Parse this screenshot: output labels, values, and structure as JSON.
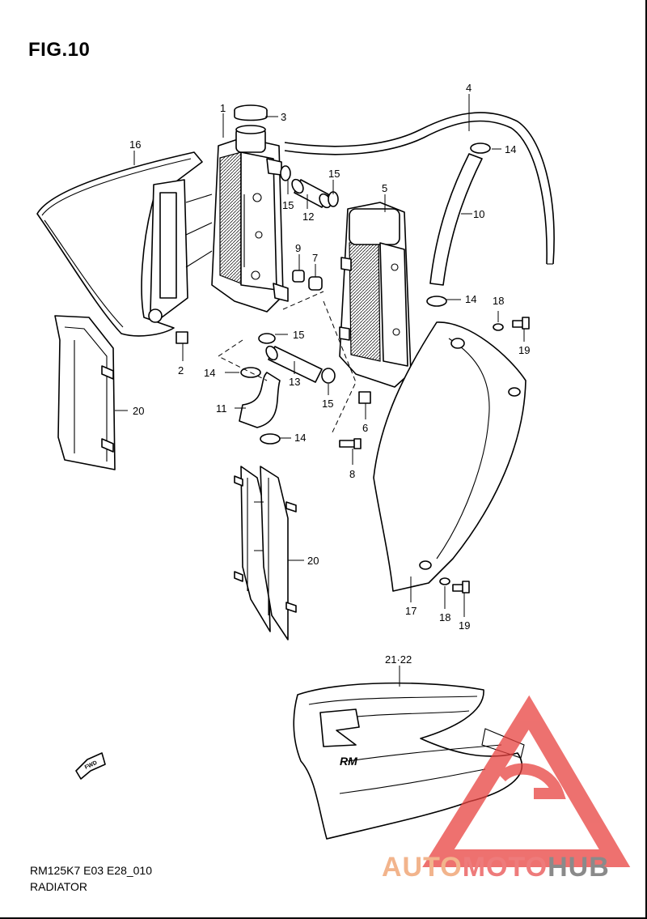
{
  "figure": {
    "title": "FIG.10"
  },
  "footer": {
    "code": "RM125K7 E03 E28_010",
    "name": "RADIATOR"
  },
  "callouts": [
    {
      "id": "c1",
      "label": "1"
    },
    {
      "id": "c2",
      "label": "2"
    },
    {
      "id": "c3",
      "label": "3"
    },
    {
      "id": "c4",
      "label": "4"
    },
    {
      "id": "c5",
      "label": "5"
    },
    {
      "id": "c6",
      "label": "6"
    },
    {
      "id": "c7",
      "label": "7"
    },
    {
      "id": "c8",
      "label": "8"
    },
    {
      "id": "c9",
      "label": "9"
    },
    {
      "id": "c10",
      "label": "10"
    },
    {
      "id": "c11",
      "label": "11"
    },
    {
      "id": "c12",
      "label": "12"
    },
    {
      "id": "c13",
      "label": "13"
    },
    {
      "id": "c14a",
      "label": "14"
    },
    {
      "id": "c14b",
      "label": "14"
    },
    {
      "id": "c14c",
      "label": "14"
    },
    {
      "id": "c14d",
      "label": "14"
    },
    {
      "id": "c15a",
      "label": "15"
    },
    {
      "id": "c15b",
      "label": "15"
    },
    {
      "id": "c15c",
      "label": "15"
    },
    {
      "id": "c15d",
      "label": "15"
    },
    {
      "id": "c16",
      "label": "16"
    },
    {
      "id": "c17",
      "label": "17"
    },
    {
      "id": "c18a",
      "label": "18"
    },
    {
      "id": "c18b",
      "label": "18"
    },
    {
      "id": "c19a",
      "label": "19"
    },
    {
      "id": "c19b",
      "label": "19"
    },
    {
      "id": "c20a",
      "label": "20"
    },
    {
      "id": "c20b",
      "label": "20"
    },
    {
      "id": "c2122",
      "label": "21·22"
    }
  ],
  "decal": {
    "logo_text": "RM",
    "direction_label": "FWD"
  },
  "watermark": {
    "part1": "AUTO",
    "part2": "MOTO",
    "part3": "HUB",
    "color_primary": "#e8423f",
    "color_secondary": "#f4a15d"
  }
}
